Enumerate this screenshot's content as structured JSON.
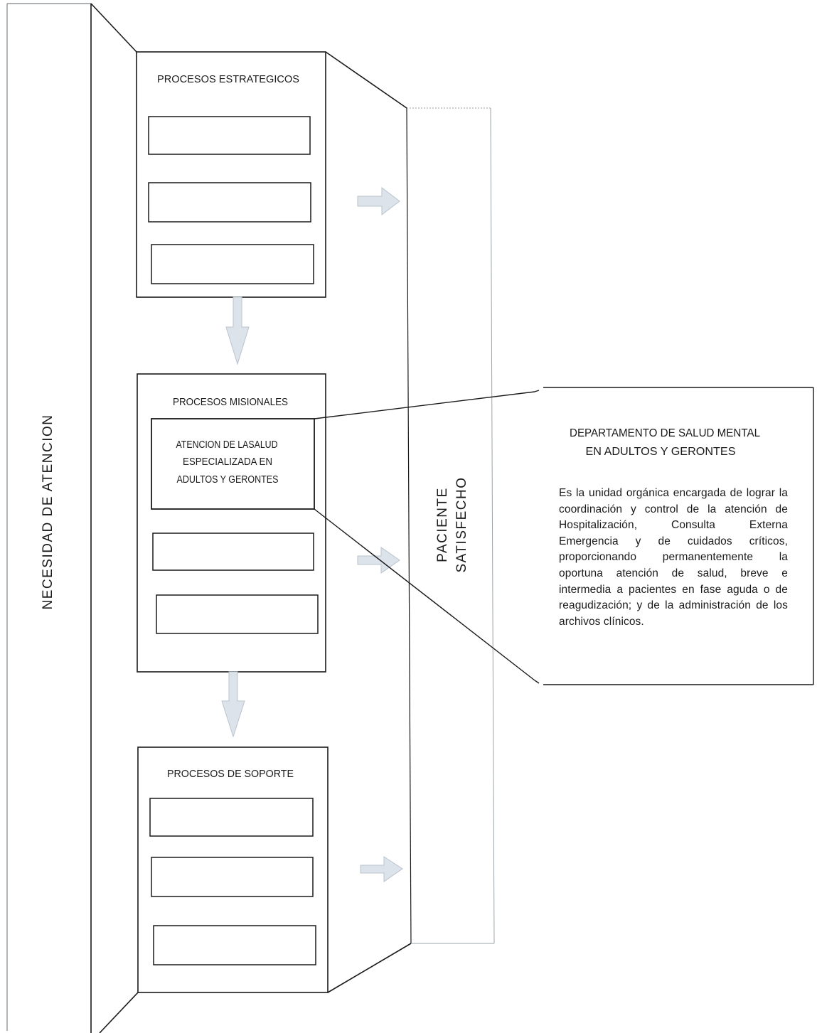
{
  "left_band": {
    "label": "NECESIDAD DE ATENCION"
  },
  "right_band": {
    "label_line1": "PACIENTE",
    "label_line2": "SATISFECHO"
  },
  "strategic": {
    "title": "PROCESOS ESTRATEGICOS"
  },
  "missional": {
    "title": "PROCESOS MISIONALES",
    "highlight_line1": "ATENCION DE LASALUD",
    "highlight_line2": "ESPECIALIZADA EN",
    "highlight_line3": "ADULTOS Y GERONTES"
  },
  "support": {
    "title": "PROCESOS DE SOPORTE"
  },
  "callout": {
    "title_line1": "DEPARTAMENTO DE SALUD MENTAL",
    "title_line2": "EN ADULTOS Y GERONTES",
    "body": "Es la unidad orgánica encargada de lograr la coordinación y control de la atención de Hospitalización, Consulta Externa  Emergencia y de cuidados críticos, proporcionando permanentemente la oportuna atención de salud, breve e intermedia a pacientes en fase aguda o de reagudización; y de la administración de los archivos clínicos."
  },
  "colors": {
    "line": "#1a1a1a",
    "arrow_fill": "#dde3ea",
    "arrow_stroke": "#b9c3cd",
    "band_line": "#9aa3a8"
  }
}
